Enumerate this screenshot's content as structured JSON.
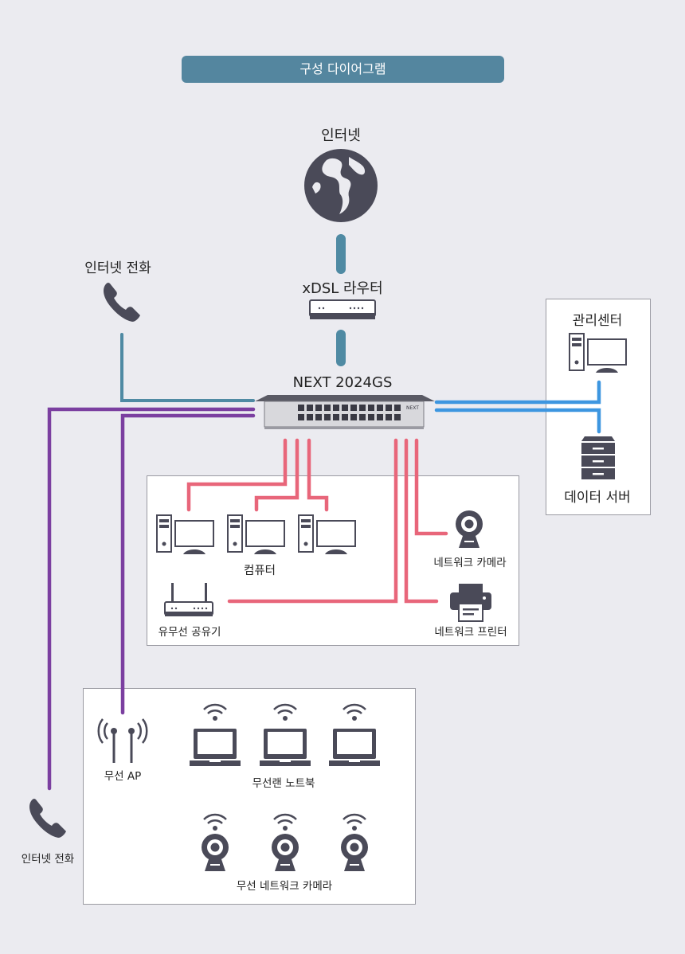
{
  "title": "구성 다이어그램",
  "nodes": {
    "internet": "인터넷",
    "router": "xDSL 라우터",
    "switch": "NEXT 2024GS",
    "internet_phone_top": "인터넷 전화",
    "mgmt_center": "관리센터",
    "data_server": "데이터 서버",
    "computer": "컴퓨터",
    "wired_router": "유무선 공유기",
    "network_camera": "네트워크 카메라",
    "network_printer": "네트워크 프린터",
    "wireless_ap": "무선 AP",
    "wireless_laptop": "무선랜 노트북",
    "wireless_camera": "무선 네트워크 카메라",
    "internet_phone_bottom": "인터넷 전화"
  },
  "switch_brand": "NEXT",
  "colors": {
    "background": "#ebebf0",
    "title_bar": "#54869f",
    "uplink": "#4f8aa3",
    "phone_line": "#4f8aa3",
    "server_line": "#3d96e0",
    "lan_line": "#e8667a",
    "wireless_line": "#7b3fa0",
    "icon": "#4a4a58"
  },
  "icons": [
    "globe-icon",
    "router-icon",
    "switch-icon",
    "phone-icon",
    "pc-icon",
    "server-icon",
    "camera-icon",
    "printer-icon",
    "access-point-icon",
    "laptop-icon",
    "wifi-icon"
  ]
}
